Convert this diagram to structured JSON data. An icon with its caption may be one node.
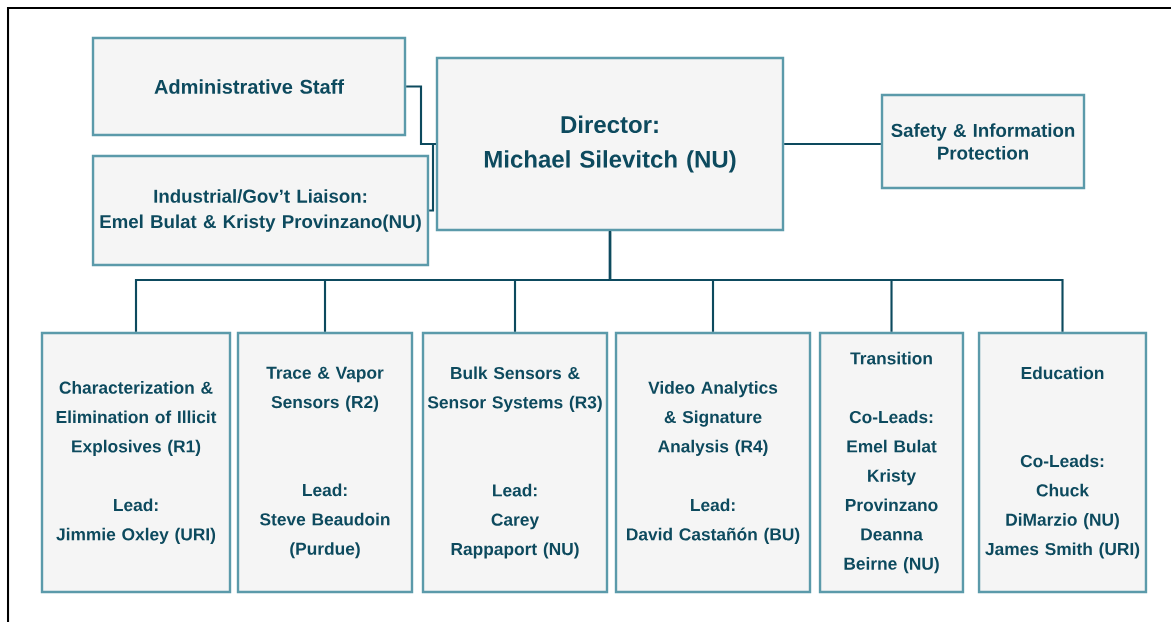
{
  "diagram": {
    "nodes": [
      {
        "text": [
          "Administrative Staff"
        ]
      },
      {
        "text": [
          "Industrial/Gov’t Liaison:",
          "Emel Bulat & Kristy Provinzano(NU)"
        ]
      },
      {
        "text": [
          "Director:",
          "Michael Silevitch (NU)"
        ]
      },
      {
        "text": [
          "Safety & Information Protection"
        ]
      },
      {
        "text": [
          "Characterization & Elimination of Illicit Explosives (R1)",
          "Lead:",
          "Jimmie Oxley (URI)"
        ]
      },
      {
        "text": [
          "Trace & Vapor Sensors (R2)",
          "Lead:",
          "Steve Beaudoin (Purdue)"
        ]
      },
      {
        "text": [
          "Bulk Sensors & Sensor Systems (R3)",
          "Lead:",
          "Carey Rappaport (NU)"
        ]
      },
      {
        "text": [
          "Video Analytics & Signature Analysis (R4)",
          "Lead:",
          "David Castañón (BU)"
        ]
      },
      {
        "text": [
          "Transition",
          "Co-Leads:",
          "Emel Bulat",
          "Kristy Provinzano",
          "Deanna Beirne (NU)"
        ]
      },
      {
        "text": [
          "Education",
          "Co-Leads:",
          "Chuck DiMarzio (NU)",
          "James Smith (URI)"
        ]
      }
    ],
    "edges": [
      {
        "from": 2,
        "to": 0,
        "arrow": "none"
      },
      {
        "from": 2,
        "to": 1,
        "arrow": "none"
      },
      {
        "from": 2,
        "to": 3,
        "arrow": "none"
      },
      {
        "from": 2,
        "to": 4,
        "arrow": "none"
      },
      {
        "from": 2,
        "to": 5,
        "arrow": "none"
      },
      {
        "from": 2,
        "to": 6,
        "arrow": "none"
      },
      {
        "from": 2,
        "to": 7,
        "arrow": "none"
      },
      {
        "from": 2,
        "to": 8,
        "arrow": "none"
      },
      {
        "from": 2,
        "to": 9,
        "arrow": "none"
      }
    ]
  }
}
